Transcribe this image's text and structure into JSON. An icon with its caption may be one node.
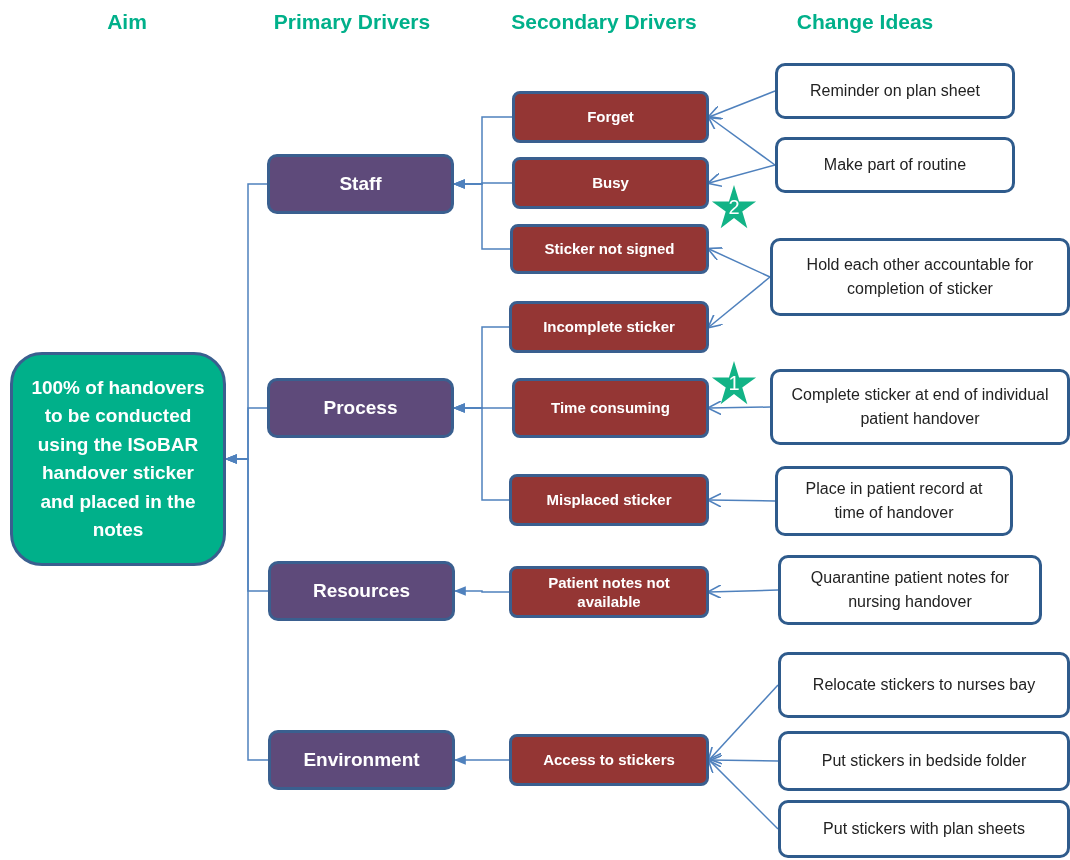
{
  "diagram": {
    "nodes": [
      {
        "text": [
          "100% of handovers to be conducted using the ISoBAR handover sticker and placed in the notes"
        ]
      },
      {
        "text": [
          "Staff"
        ]
      },
      {
        "text": [
          "Process"
        ]
      },
      {
        "text": [
          "Resources"
        ]
      },
      {
        "text": [
          "Environment"
        ]
      },
      {
        "text": [
          "Forget"
        ]
      },
      {
        "text": [
          "Busy"
        ]
      },
      {
        "text": [
          "Sticker not signed"
        ]
      },
      {
        "text": [
          "Incomplete sticker"
        ]
      },
      {
        "text": [
          "Time consuming"
        ]
      },
      {
        "text": [
          "Misplaced sticker"
        ]
      },
      {
        "text": [
          "Patient notes not available"
        ]
      },
      {
        "text": [
          "Access to stickers"
        ]
      },
      {
        "text": [
          "Reminder on plan sheet"
        ]
      },
      {
        "text": [
          "Make part of routine"
        ]
      },
      {
        "text": [
          "Hold each other accountable for completion of sticker"
        ]
      },
      {
        "text": [
          "Complete sticker at end of individual patient handover"
        ]
      },
      {
        "text": [
          "Place in patient record at time of handover"
        ]
      },
      {
        "text": [
          "Quarantine patient notes for nursing handover"
        ]
      },
      {
        "text": [
          "Relocate stickers to nurses bay"
        ]
      },
      {
        "text": [
          "Put stickers in bedside folder"
        ]
      },
      {
        "text": [
          "Put stickers with plan sheets"
        ]
      },
      {
        "text": [
          "2"
        ]
      },
      {
        "text": [
          "1"
        ]
      }
    ],
    "edges": [
      {
        "from": 1,
        "to": 0,
        "arrow": "to"
      },
      {
        "from": 2,
        "to": 0,
        "arrow": "to"
      },
      {
        "from": 3,
        "to": 0,
        "arrow": "to"
      },
      {
        "from": 4,
        "to": 0,
        "arrow": "to"
      },
      {
        "from": 5,
        "to": 1,
        "arrow": "to"
      },
      {
        "from": 6,
        "to": 1,
        "arrow": "to"
      },
      {
        "from": 7,
        "to": 1,
        "arrow": "to"
      },
      {
        "from": 8,
        "to": 2,
        "arrow": "to"
      },
      {
        "from": 9,
        "to": 2,
        "arrow": "to"
      },
      {
        "from": 10,
        "to": 2,
        "arrow": "to"
      },
      {
        "from": 11,
        "to": 3,
        "arrow": "to"
      },
      {
        "from": 12,
        "to": 4,
        "arrow": "to"
      },
      {
        "from": 13,
        "to": 5,
        "arrow": "to"
      },
      {
        "from": 14,
        "to": 5,
        "arrow": "to"
      },
      {
        "from": 14,
        "to": 6,
        "arrow": "to"
      },
      {
        "from": 15,
        "to": 7,
        "arrow": "to"
      },
      {
        "from": 15,
        "to": 8,
        "arrow": "to"
      },
      {
        "from": 16,
        "to": 9,
        "arrow": "to"
      },
      {
        "from": 17,
        "to": 10,
        "arrow": "to"
      },
      {
        "from": 18,
        "to": 11,
        "arrow": "to"
      },
      {
        "from": 19,
        "to": 12,
        "arrow": "to"
      },
      {
        "from": 20,
        "to": 12,
        "arrow": "to"
      },
      {
        "from": 21,
        "to": 12,
        "arrow": "to"
      }
    ],
    "labels": [
      "Aim",
      "Primary Drivers",
      "Secondary Drivers",
      "Change Ideas"
    ]
  }
}
